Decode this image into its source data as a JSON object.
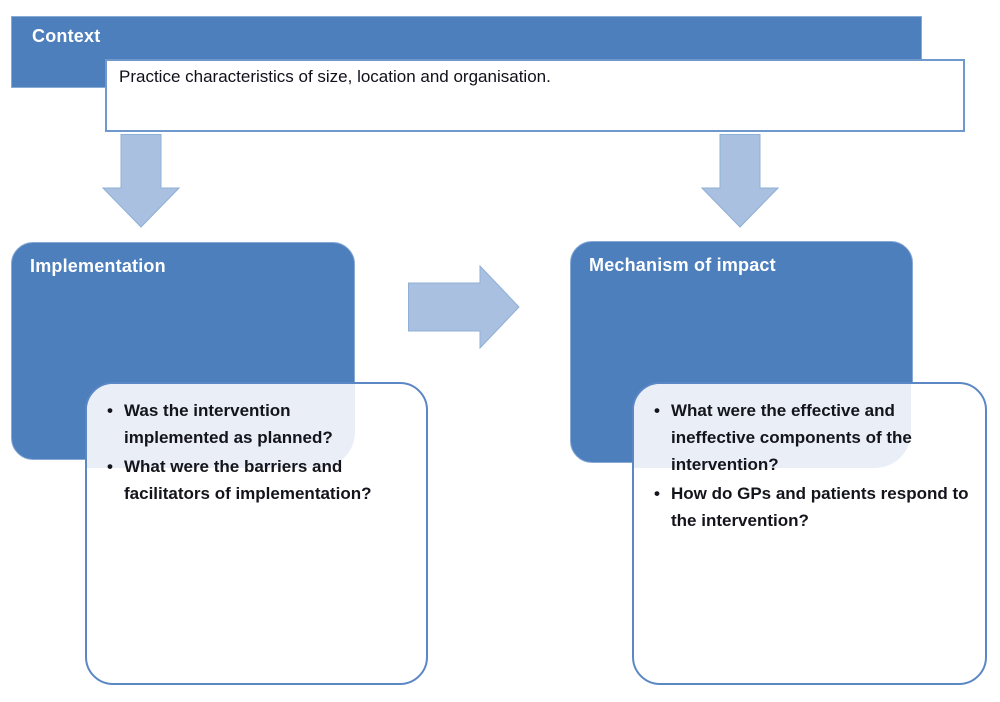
{
  "colors": {
    "box_fill": "#4d7fbc",
    "box_border": "#86a9d6",
    "arrow_fill": "#a9c0e0",
    "arrow_border": "#90afd6",
    "panel_border": "#5b87c5",
    "panel_highlight": "#e9eef7",
    "title_color": "#ffffff",
    "text_color": "#14141c"
  },
  "context": {
    "title": "Context",
    "description": "Practice characteristics of size, location and organisation."
  },
  "implementation": {
    "title": "Implementation",
    "questions": [
      "Was the intervention implemented as planned?",
      "What were the barriers and facilitators of implementation?"
    ]
  },
  "mechanism_of_impact": {
    "title": "Mechanism of impact",
    "questions": [
      "What were the effective and ineffective components of the intervention?",
      "How do GPs and patients respond to the intervention?"
    ]
  },
  "icons": {
    "down_arrow_left": "down-arrow",
    "down_arrow_right": "down-arrow",
    "flow_arrow": "right-arrow"
  }
}
